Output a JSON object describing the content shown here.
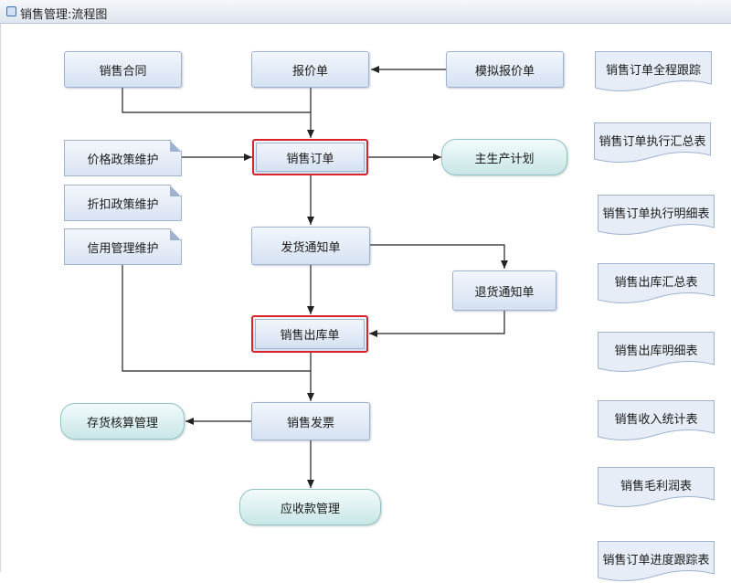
{
  "window": {
    "title": "销售管理:流程图"
  },
  "colors": {
    "highlight": "#d9242a",
    "line": "#222222"
  },
  "flow": {
    "contract": "销售合同",
    "quote": "报价单",
    "mock_quote": "模拟报价单",
    "price_policy": "价格政策维护",
    "sales_order": "销售订单",
    "mps": "主生产计划",
    "discount_policy": "折扣政策维护",
    "credit_mgmt": "信用管理维护",
    "delivery_notice": "发货通知单",
    "return_notice": "退货通知单",
    "outbound": "销售出库单",
    "inventory_costing": "存货核算管理",
    "invoice": "销售发票",
    "receivables": "应收款管理"
  },
  "reports": [
    "销售订单全程跟踪",
    "销售订单执行汇总表",
    "销售订单执行明细表",
    "销售出库汇总表",
    "销售出库明细表",
    "销售收入统计表",
    "销售毛利润表",
    "销售订单进度跟踪表"
  ]
}
